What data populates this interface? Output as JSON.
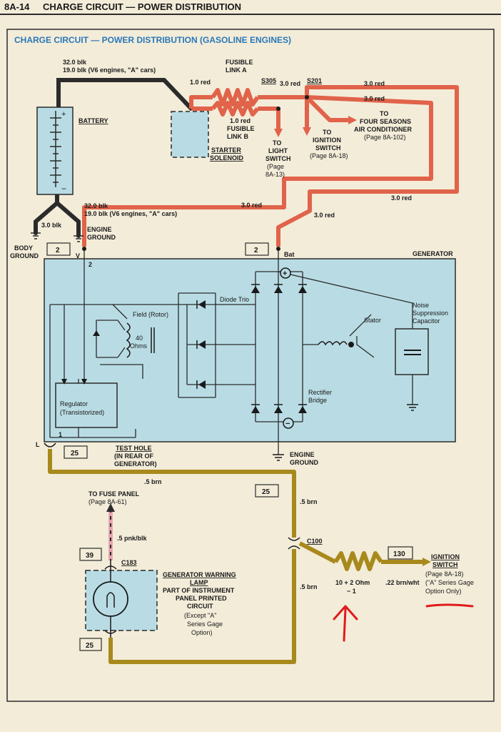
{
  "header": {
    "page_number": "8A-14",
    "title": "CHARGE CIRCUIT — POWER DISTRIBUTION"
  },
  "diagram_title": "CHARGE CIRCUIT — POWER DISTRIBUTION (GASOLINE ENGINES)",
  "colors": {
    "red_wire": "#e0634a",
    "black_wire": "#2b2b2b",
    "brown_wire": "#a8891c",
    "pink_wire": "#e7a5b0",
    "panel": "#b9dce4",
    "border": "#2b2b2b",
    "annotation": "#e01b1b"
  },
  "battery": {
    "label": "BATTERY",
    "wire_top_1": "32.0 blk",
    "wire_top_2": "19.0 blk (V6 engines, \"A\" cars)",
    "wire_bottom_1": "32.0 blk",
    "wire_bottom_2": "19.0 blk (V6 engines, \"A\" cars)",
    "body_wire": "3.0 blk",
    "body_ground_1": "BODY",
    "body_ground_2": "GROUND",
    "engine_ground_1": "ENGINE",
    "engine_ground_2": "GROUND"
  },
  "starter": {
    "label_1": "STARTER",
    "label_2": "SOLENOID",
    "wire": "1.0 red"
  },
  "fusible_a": {
    "line1": "FUSIBLE",
    "line2": "LINK A"
  },
  "fusible_b": {
    "wire": "1.0 red",
    "line1": "FUSIBLE",
    "line2": "LINK B"
  },
  "splices": {
    "s305": "S305",
    "s201": "S201",
    "c100": "C100",
    "c183": "C183"
  },
  "wires": {
    "w_s305": "3.0 red",
    "w_top1": "3.0 red",
    "w_top2": "3.0 red",
    "w_right": "3.0 red",
    "w_mid": "3.0 red",
    "w_gen": "3.0 red"
  },
  "light_switch": {
    "l1": "TO",
    "l2": "LIGHT",
    "l3": "SWITCH",
    "l4": "(Page",
    "l5": "8A-13)"
  },
  "ign_switch_top": {
    "l1": "TO",
    "l2": "IGNITION",
    "l3": "SWITCH",
    "l4": "(Page 8A-18)"
  },
  "four_seasons": {
    "l1": "TO",
    "l2": "FOUR SEASONS",
    "l3": "AIR CONDITIONER",
    "l4": "(Page 8A-102)"
  },
  "generator": {
    "label": "GENERATOR",
    "terminal_v": "V",
    "terminal_2": "2",
    "terminal_bat": "Bat",
    "terminal_l": "L",
    "terminal_1": "1",
    "diode_trio": "Diode Trio",
    "field_1": "Field (Rotor)",
    "ohms_1": "40",
    "ohms_2": "Ohms",
    "stator": "Stator",
    "noise_1": "Noise",
    "noise_2": "Suppression",
    "noise_3": "Capacitor",
    "rectifier_1": "Rectifier",
    "rectifier_2": "Bridge",
    "regulator_1": "Regulator",
    "regulator_2": "(Transistorized)",
    "test_1": "TEST HOLE",
    "test_2": "(IN REAR OF",
    "test_3": "GENERATOR)",
    "engine_ground_1": "ENGINE",
    "engine_ground_2": "GROUND",
    "plus": "+",
    "minus": "−"
  },
  "boxes": {
    "b_v": "2",
    "b_bat": "2",
    "b_l": "25",
    "b_right": "25",
    "b_lamp_top": "39",
    "b_lamp_bottom": "25",
    "b_ign": "130"
  },
  "lower": {
    "brn_1": ".5 brn",
    "brn_2": ".5 brn",
    "brn_3": ".5 brn",
    "fuse_1": "TO FUSE PANEL",
    "fuse_2": "(Page 8A-61)",
    "pnk": ".5 pnk/blk",
    "warn_1": "GENERATOR WARNING",
    "warn_2": "LAMP",
    "warn_3": "PART OF INSTRUMENT",
    "warn_4": "PANEL PRINTED",
    "warn_5": "CIRCUIT",
    "warn_6": "(Except \"A\"",
    "warn_7": "Series Gage",
    "warn_8": "Option)",
    "ohm_1": "10 + 2 Ohm",
    "ohm_2": "− 1",
    "brnwht": ".22 brn/wht",
    "ign_1": "IGNITION",
    "ign_2": "SWITCH",
    "ign_3": "(Page 8A-18)",
    "ign_4": "(\"A\" Series Gage",
    "ign_5": "Option Only)"
  }
}
